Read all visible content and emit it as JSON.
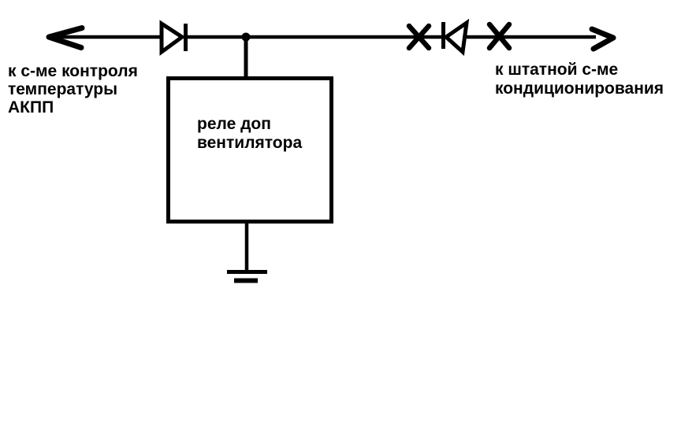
{
  "colors": {
    "ink": "#000000",
    "background": "#ffffff"
  },
  "diagram": {
    "left_endpoint_label": "к с-ме контроля\nтемпературы\nАКПП",
    "right_endpoint_label": "к штатной с-ме\nкондиционирования",
    "relay_box_label": "реле доп\nвентилятора",
    "symbols": {
      "left_arrow": "arrow-left",
      "right_arrow": "arrow-right",
      "left_diode": "diode-pointing-right",
      "right_diode": "diode-pointing-left",
      "cut_mark_1": "x-mark",
      "cut_mark_2": "x-mark",
      "junction": "junction-dot",
      "relay": "relay-box",
      "ground": "ground-symbol"
    }
  }
}
